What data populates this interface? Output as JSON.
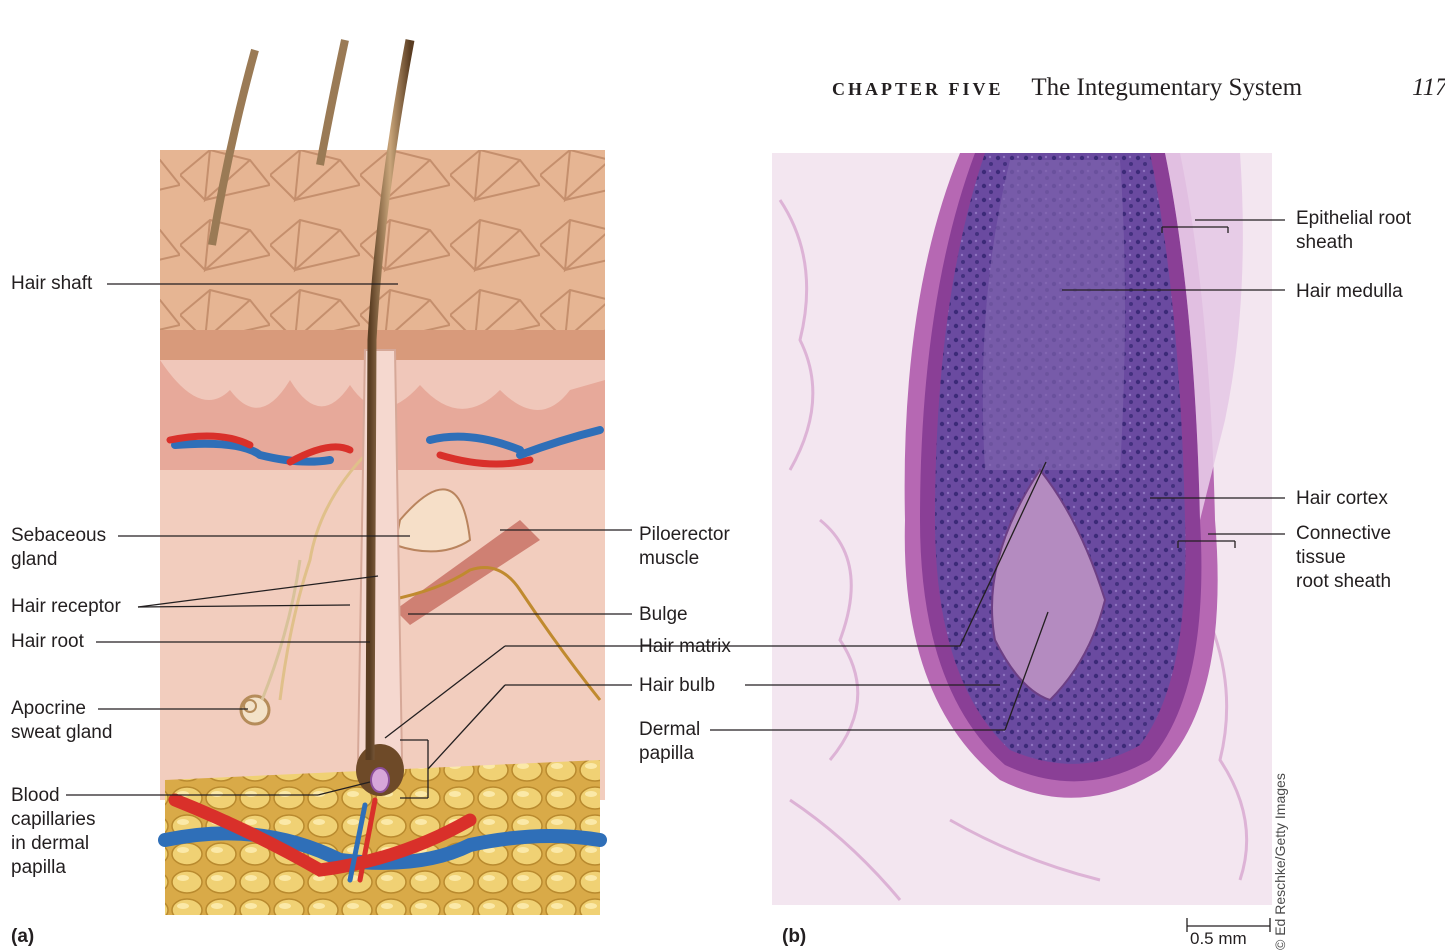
{
  "header": {
    "chapter": "CHAPTER FIVE",
    "title": "The Integumentary System",
    "page": "117"
  },
  "panel_a": {
    "tag": "(a)",
    "labels": {
      "hair_shaft": "Hair shaft",
      "sebaceous_1": "Sebaceous",
      "sebaceous_2": "gland",
      "hair_receptor": "Hair receptor",
      "hair_root": "Hair root",
      "apocrine_1": "Apocrine",
      "apocrine_2": "sweat gland",
      "blood_1": "Blood",
      "blood_2": "capillaries",
      "blood_3": "in dermal",
      "blood_4": "papilla",
      "piloerector_1": "Piloerector",
      "piloerector_2": "muscle",
      "bulge": "Bulge",
      "hair_matrix": "Hair matrix",
      "hair_bulb": "Hair bulb",
      "dermal_1": "Dermal",
      "dermal_2": "papilla"
    }
  },
  "panel_b": {
    "tag": "(b)",
    "labels": {
      "epithelial_1": "Epithelial root",
      "epithelial_2": "sheath",
      "hair_medulla": "Hair medulla",
      "hair_cortex": "Hair cortex",
      "connective_1": "Connective",
      "connective_2": "tissue",
      "connective_3": "root sheath"
    },
    "scale_bar": "0.5  mm",
    "credit": "© Ed Reschke/Getty Images"
  },
  "colors": {
    "epidermis": "#e9b896",
    "dermis": "#f1cbbf",
    "fat": "#e8c86a",
    "artery": "#d9302a",
    "vein": "#2f6fb8",
    "hair": "#8a6a45",
    "stain_purple": "#7a3f8f",
    "stain_pink": "#d9a9cf"
  }
}
